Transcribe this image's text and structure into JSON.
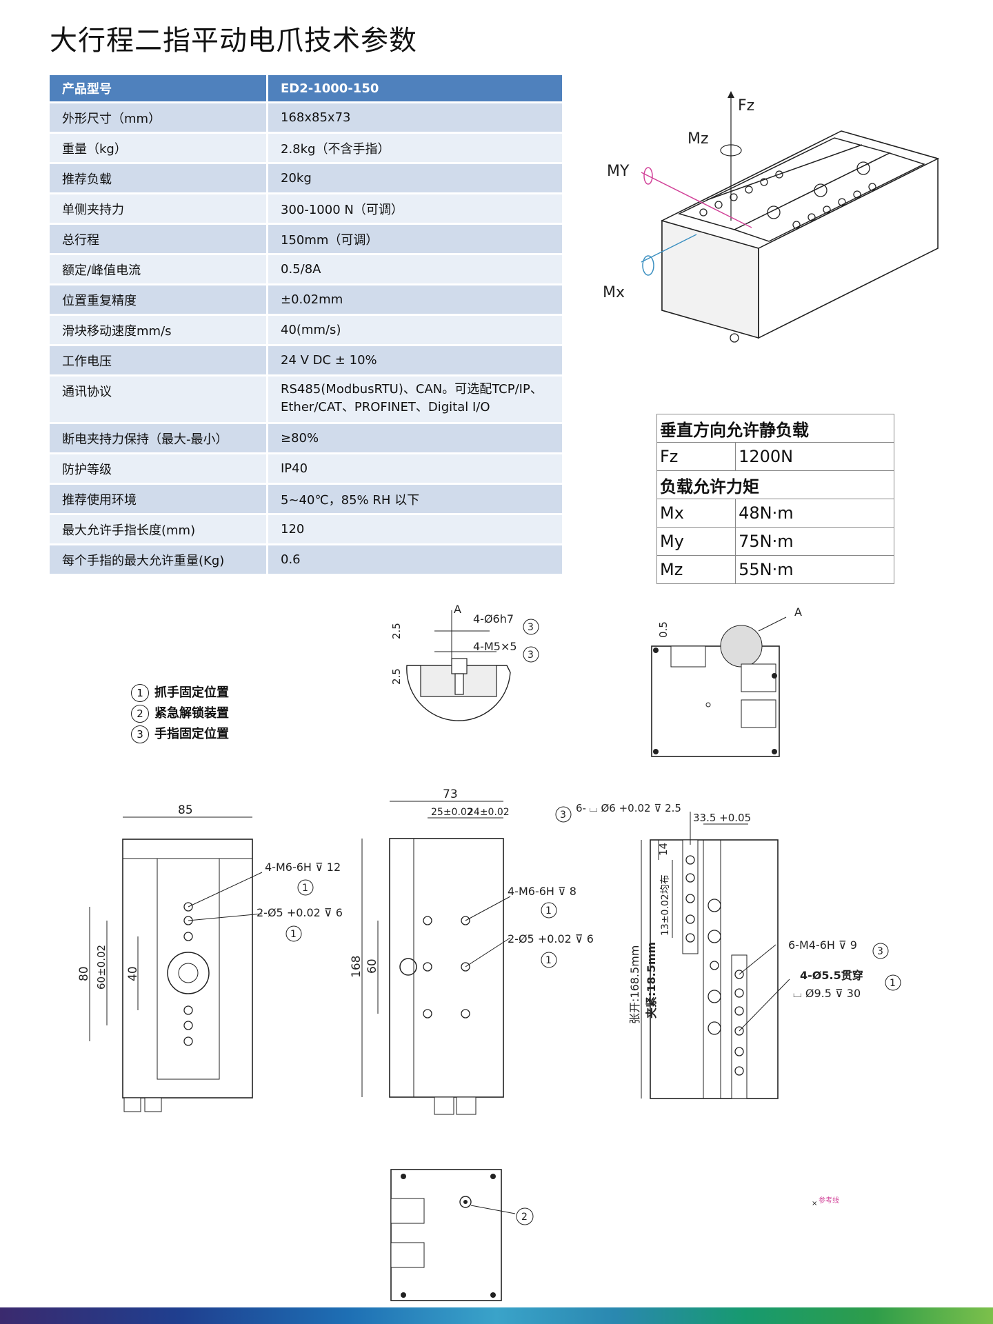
{
  "title": "大行程二指平动电爪技术参数",
  "spec_table": {
    "header": {
      "key": "产品型号",
      "value": "ED2-1000-150"
    },
    "rows": [
      {
        "key": "外形尺寸（mm）",
        "value": "168x85x73"
      },
      {
        "key": "重量（kg）",
        "value": "2.8kg（不含手指）"
      },
      {
        "key": "推荐负载",
        "value": "20kg"
      },
      {
        "key": "单侧夹持力",
        "value": "300-1000 N（可调）"
      },
      {
        "key": "总行程",
        "value": "150mm（可调）"
      },
      {
        "key": "额定/峰值电流",
        "value": "0.5/8A"
      },
      {
        "key": "位置重复精度",
        "value": "±0.02mm"
      },
      {
        "key": "滑块移动速度mm/s",
        "value": "40(mm/s)"
      },
      {
        "key": "工作电压",
        "value": "24 V DC ± 10%"
      },
      {
        "key": "通讯协议",
        "value": "RS485(ModbusRTU)、CAN。可选配TCP/IP、Ether/CAT、PROFINET、Digital I/O"
      },
      {
        "key": "断电夹持力保持（最大-最小）",
        "value": "≥80%"
      },
      {
        "key": "防护等级",
        "value": "IP40"
      },
      {
        "key": "推荐使用环境",
        "value": "5~40℃，85% RH 以下"
      },
      {
        "key": "最大允许手指长度(mm)",
        "value": "120"
      },
      {
        "key": "每个手指的最大允许重量(Kg)",
        "value": "0.6"
      }
    ]
  },
  "load_table": {
    "static_title": "垂直方向允许静负载",
    "fz": {
      "label": "Fz",
      "value": "1200N"
    },
    "moment_title": "负载允许力矩",
    "mx": {
      "label": "Mx",
      "value": "48N·m"
    },
    "my": {
      "label": "My",
      "value": "75N·m"
    },
    "mz": {
      "label": "Mz",
      "value": "55N·m"
    }
  },
  "legend": [
    {
      "num": "1",
      "text": "抓手固定位置"
    },
    {
      "num": "2",
      "text": "紧急解锁装置"
    },
    {
      "num": "3",
      "text": "手指固定位置"
    }
  ],
  "iso_labels": {
    "fz": "Fz",
    "mz": "Mz",
    "my": "MY",
    "mx": "Mx"
  },
  "detail_labels": {
    "a": "A",
    "a2": "A",
    "hole1": "4-Ø6h7",
    "hole2": "4-M5×5",
    "dim1": "2.5",
    "dim2": "2.5",
    "dim3": "0.5",
    "n3": "3"
  },
  "front_view": {
    "w": "85",
    "h1": "80",
    "h2": "60±0.02",
    "h3": "40",
    "note1": "4-M6-6H ⊽ 12",
    "note2": "2-Ø5 +0.02 ⊽ 6",
    "n1": "1"
  },
  "side_view": {
    "w": "73",
    "w1": "25±0.02",
    "w2": "24±0.02",
    "h": "168",
    "h2": "60",
    "note1": "4-M6-6H ⊽ 8",
    "note2": "2-Ø5 +0.02 ⊽ 6",
    "n1": "1"
  },
  "top_view": {
    "note_top": "6- ⌴ Ø6 +0.02 ⊽ 2.5",
    "dim_top": "33.5 +0.05",
    "d14": "14",
    "d13": "13±0.02均布",
    "open": "张开:168.5mm",
    "close": "夹紧:18.5mm",
    "note1": "6-M4-6H ⊽ 9",
    "note2": "4-Ø5.5贯穿",
    "note3": "⌴ Ø9.5 ⊽ 30",
    "n1": "1",
    "n3": "3"
  },
  "bottom_view": {
    "n2": "2"
  },
  "ref_mark": "参考线"
}
